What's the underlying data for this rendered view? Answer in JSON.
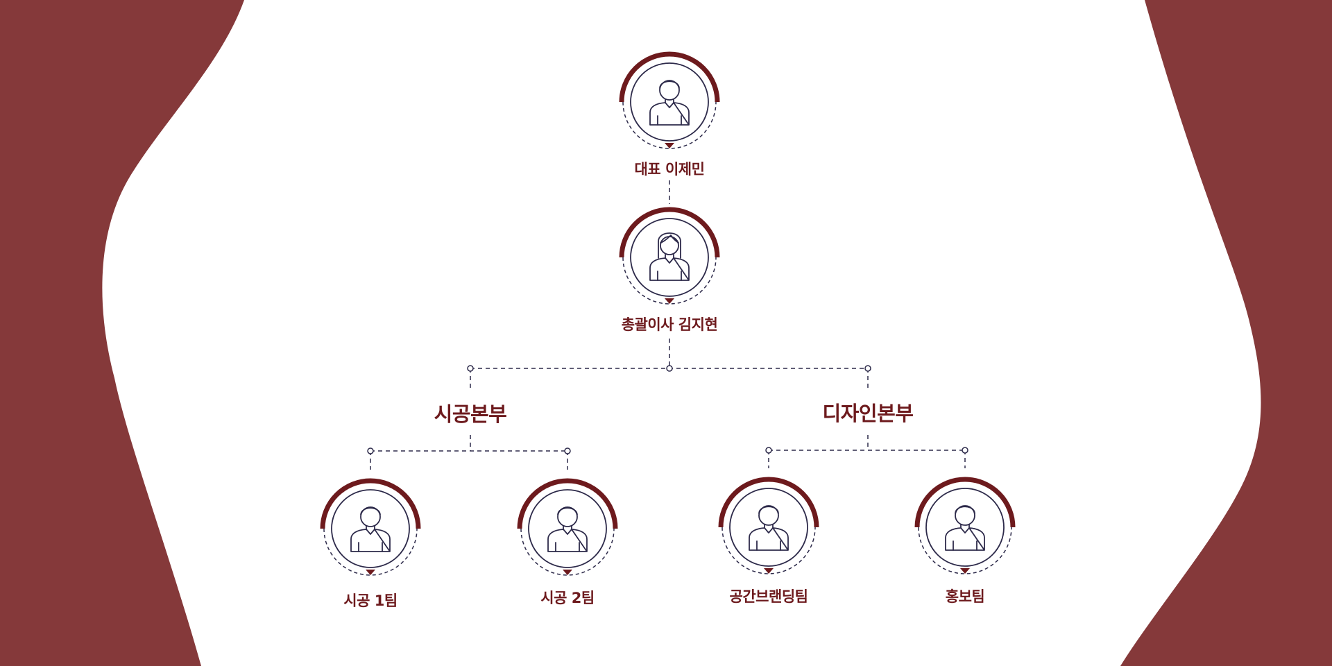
{
  "colors": {
    "background": "#ffffff",
    "wave": "#85393a",
    "accent": "#6d1a1d",
    "line": "#2d2a4a"
  },
  "org": {
    "ceo": {
      "label": "대표 이제민",
      "icon": "male-person-icon"
    },
    "director": {
      "label": "총괄이사 김지현",
      "icon": "female-person-icon"
    },
    "divisions": [
      {
        "name": "시공본부",
        "teams": [
          {
            "label": "시공 1팀",
            "icon": "male-person-icon"
          },
          {
            "label": "시공 2팀",
            "icon": "male-person-icon"
          }
        ]
      },
      {
        "name": "디자인본부",
        "teams": [
          {
            "label": "공간브랜딩팀",
            "icon": "male-person-icon"
          },
          {
            "label": "홍보팀",
            "icon": "male-person-icon"
          }
        ]
      }
    ]
  }
}
